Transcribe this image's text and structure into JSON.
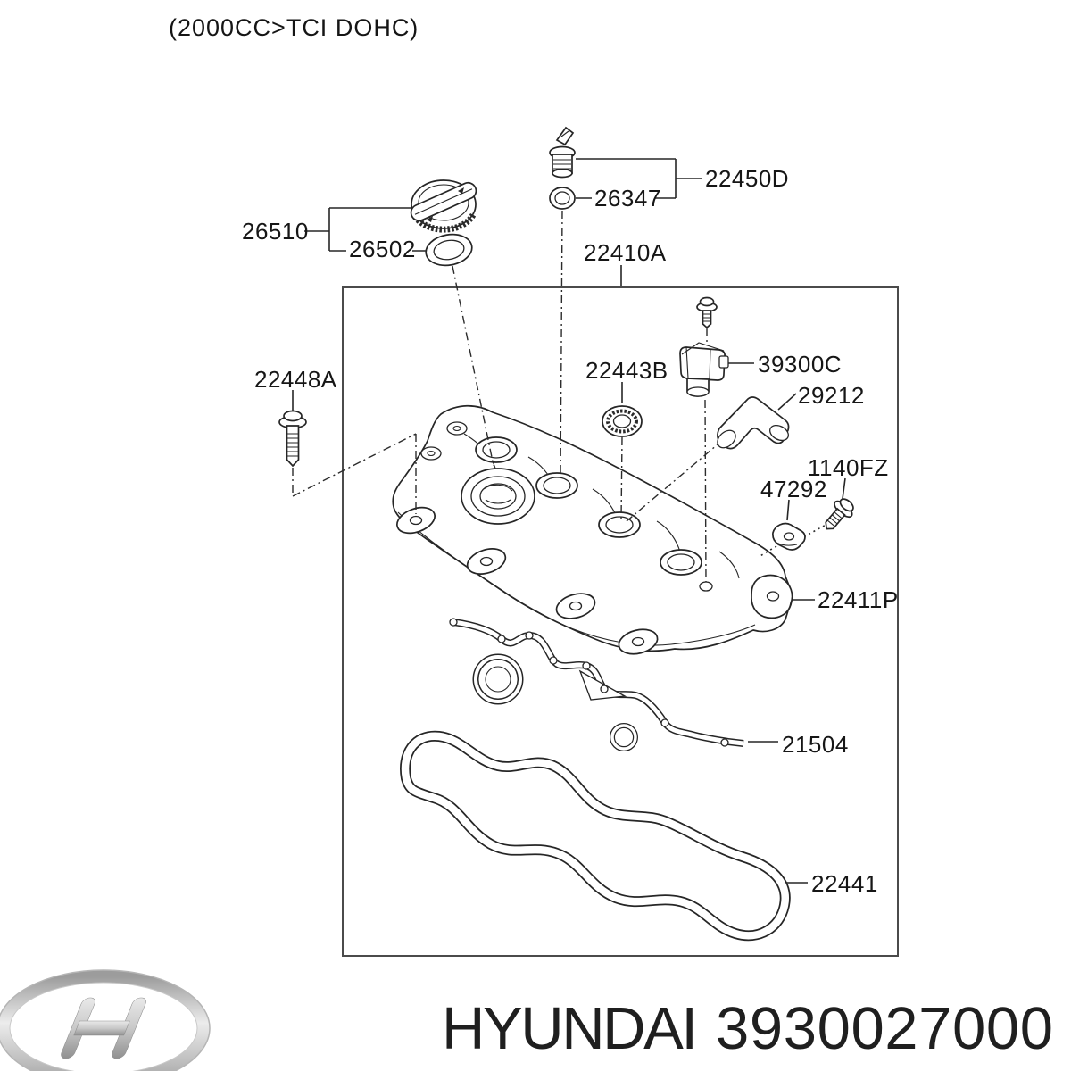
{
  "header": {
    "subtitle": "(2000CC>TCI DOHC)"
  },
  "diagram": {
    "type": "exploded-parts-diagram",
    "subject": "engine valve rocker cover assembly",
    "parts": {
      "p26510": "26510",
      "p26502": "26502",
      "p26347": "26347",
      "p22450D": "22450D",
      "p22410A": "22410A",
      "p22448A": "22448A",
      "p22443B": "22443B",
      "p39300C": "39300C",
      "p29212": "29212",
      "p1140FZ": "1140FZ",
      "p47292": "47292",
      "p22411P": "22411P",
      "p21504": "21504",
      "p22441": "22441"
    },
    "colors": {
      "line": "#262626",
      "frame_border": "#4b4b4b",
      "text": "#161616"
    }
  },
  "footer": {
    "brand": "HYUNDAI",
    "part_number": "3930027000",
    "logo": "hyundai-logo",
    "text_color": "#1f1f1f",
    "logo_silver": "#c0c0c0"
  }
}
